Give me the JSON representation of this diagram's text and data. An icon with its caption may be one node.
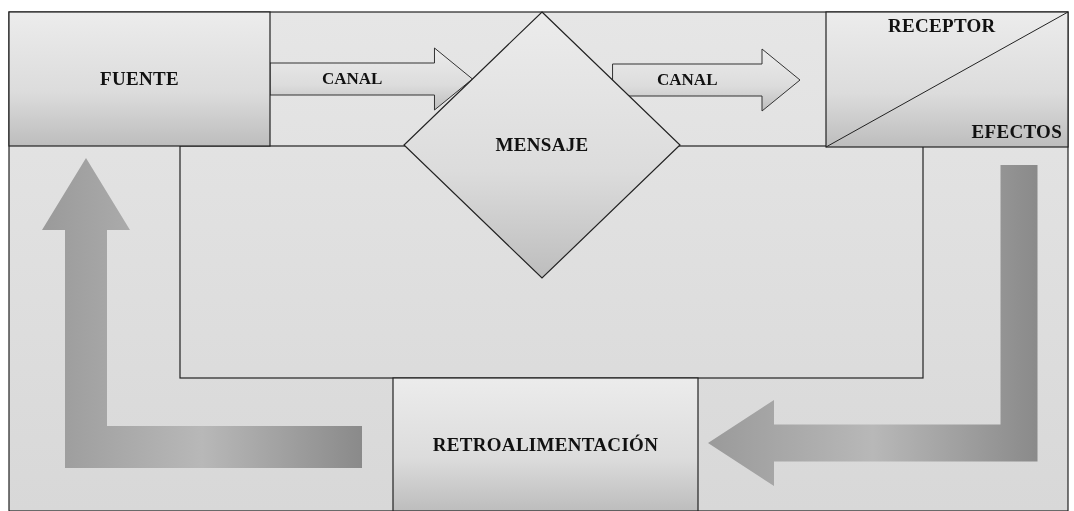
{
  "diagram": {
    "nodes": [
      {
        "text": [
          "FUENTE"
        ]
      },
      {
        "text": [
          "MENSAJE"
        ]
      },
      {
        "text": [
          "RECEPTOR",
          "EFECTOS"
        ]
      },
      {
        "text": [
          "RETROALIMENTACIÓN"
        ]
      }
    ],
    "edges": [
      {
        "from": 0,
        "to": 1,
        "arrow": "to",
        "label": "CANAL"
      },
      {
        "from": 1,
        "to": 2,
        "arrow": "to",
        "label": "CANAL"
      },
      {
        "from": 2,
        "to": 3,
        "arrow": "to"
      },
      {
        "from": 3,
        "to": 0,
        "arrow": "to"
      }
    ]
  }
}
